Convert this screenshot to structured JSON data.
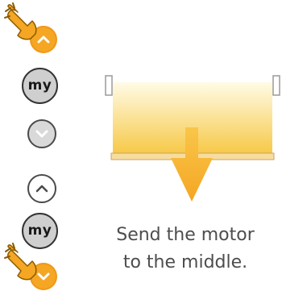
{
  "remote_top": {
    "up_icon": "chevron-up-icon",
    "up_state": "pressed",
    "my_label": "my",
    "down_icon": "chevron-down-icon",
    "down_state": "idle"
  },
  "remote_bottom": {
    "up_icon": "chevron-up-icon",
    "up_state": "idle",
    "my_label": "my",
    "down_icon": "chevron-down-icon",
    "down_state": "pressed"
  },
  "finger_icon": "pointing-finger-icon",
  "illustration": {
    "blind_icon": "roller-blind-icon",
    "arrow_icon": "down-arrow-icon"
  },
  "caption": {
    "line1": "Send the motor",
    "line2": "to the middle."
  },
  "colors": {
    "accent": "#f5a623",
    "blind_gradient_top": "#fffbe6",
    "blind_gradient_bottom": "#f7c948",
    "button_grey": "#d9d9d9",
    "outline": "#4a4a4a",
    "text": "#4d4d4d"
  }
}
